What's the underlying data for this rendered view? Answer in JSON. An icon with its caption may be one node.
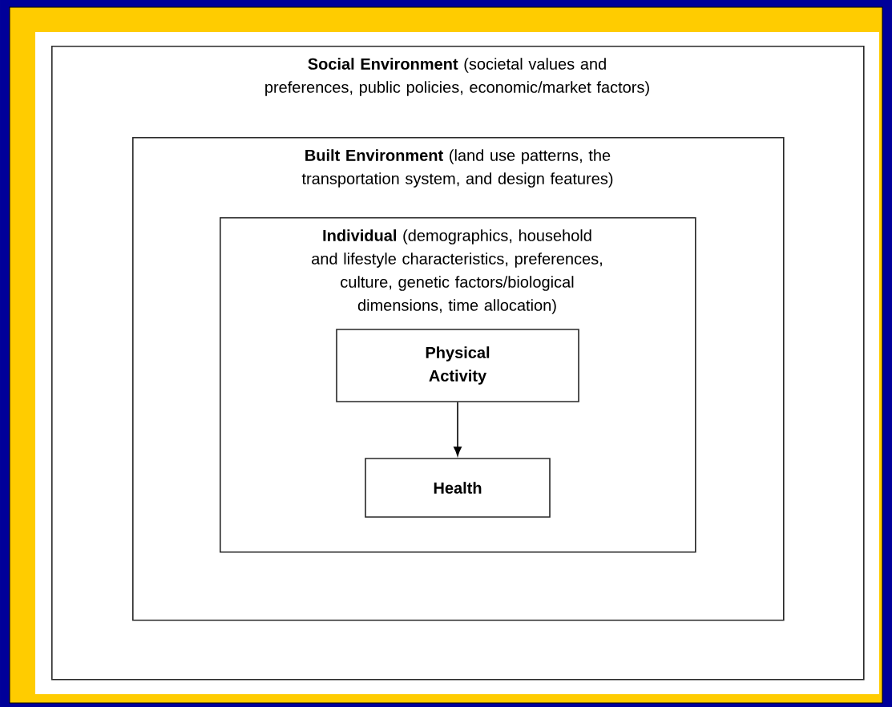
{
  "diagram": {
    "nodes": [
      {
        "text": [
          "**Social Environment** (societal values and preferences, public policies, economic/market factors)"
        ]
      },
      {
        "text": [
          "**Built Environment** (land use patterns, the transportation system, and design features)"
        ],
        "in": 0
      },
      {
        "text": [
          "**Individual** (demographics, household and lifestyle characteristics, preferences, culture, genetic factors/biological dimensions, time allocation)"
        ],
        "in": 1
      },
      {
        "text": [
          "Physical Activity"
        ],
        "in": 2
      },
      {
        "text": [
          "Health"
        ],
        "in": 2
      }
    ],
    "edges": [
      {
        "from": 3,
        "to": 4,
        "arrow": "to"
      }
    ]
  }
}
